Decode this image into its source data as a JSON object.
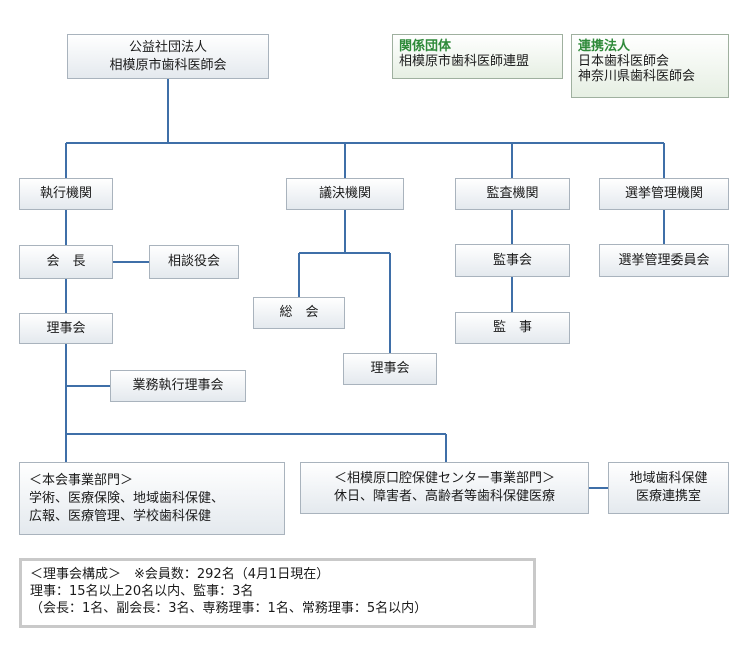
{
  "top": {
    "line1": "公益社団法人",
    "line2": "相模原市歯科医師会"
  },
  "related": {
    "heading": "関係団体",
    "line1": "相模原市歯科医師連盟"
  },
  "affiliated": {
    "heading": "連携法人",
    "line1": "日本歯科医師会",
    "line2": "神奈川県歯科医師会"
  },
  "organs": {
    "executive": "執行機関",
    "decision": "議決機関",
    "audit": "監査機関",
    "election": "選挙管理機関"
  },
  "executive": {
    "president": "会　長",
    "advisory": "相談役会",
    "board": "理事会",
    "business_board": "業務執行理事会"
  },
  "decision": {
    "general": "総　会",
    "board": "理事会"
  },
  "audit": {
    "board": "監事会",
    "auditor": "監　事"
  },
  "election": {
    "committee": "選挙管理委員会"
  },
  "departments": {
    "main": {
      "title": "＜本会事業部門＞",
      "line1": "学術、医療保険、地域歯科保健、",
      "line2": "広報、医療管理、学校歯科保健"
    },
    "center": {
      "title": "＜相模原口腔保健センター事業部門＞",
      "line1": "休日、障害者、高齢者等歯科保健医療"
    },
    "regional": {
      "line1": "地域歯科保健",
      "line2": "医療連携室"
    }
  },
  "note": {
    "line1": "＜理事会構成＞　※会員数：292名（4月1日現在）",
    "line2": "理事：15名以上20名以内、監事：3名",
    "line3": "（会長：1名、副会長：3名、専務理事：1名、常務理事：5名以内）"
  }
}
